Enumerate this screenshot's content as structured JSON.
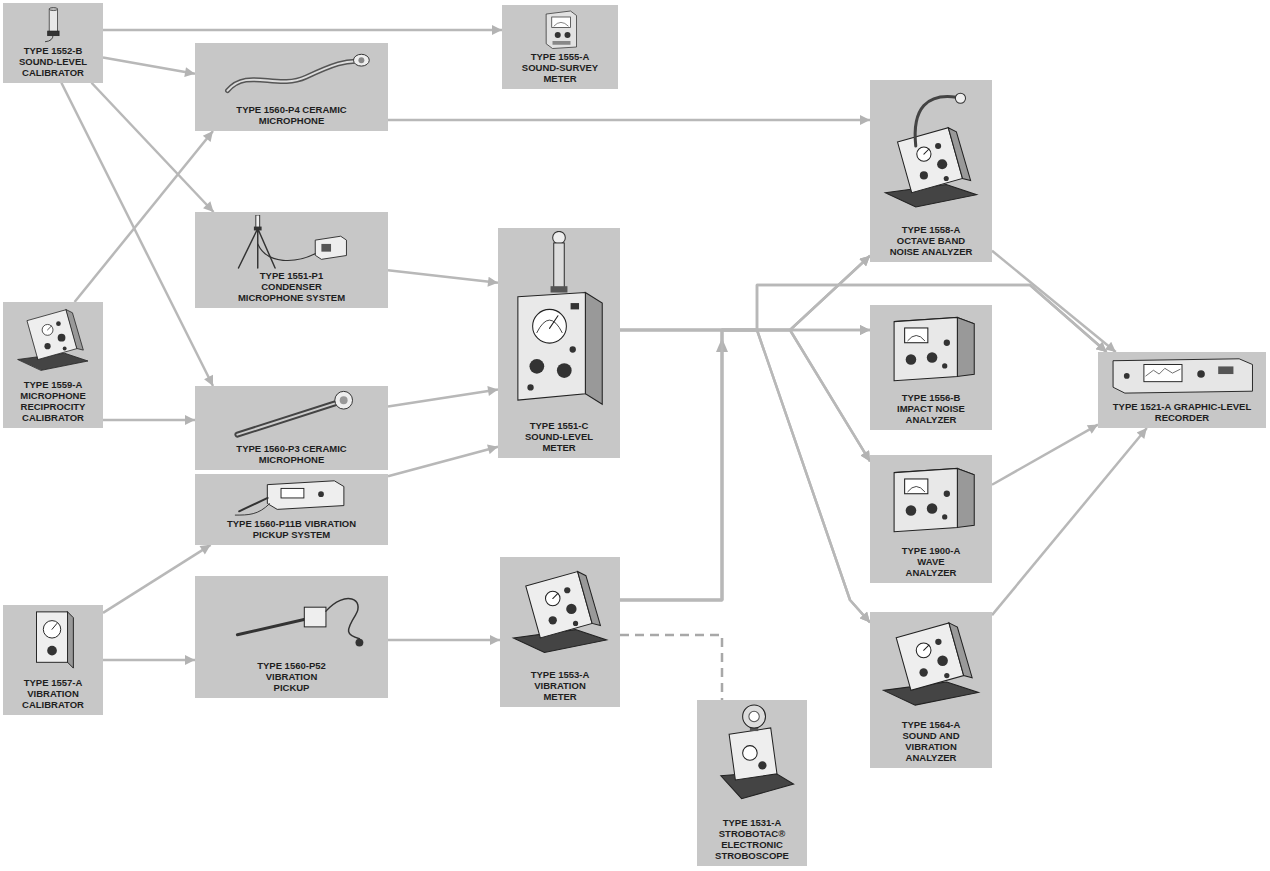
{
  "diagram": {
    "nodes": [
      {
        "text": [
          "TYPE 1552-B SOUND-LEVEL CALIBRATOR"
        ]
      },
      {
        "text": [
          "TYPE 1555-A SOUND-SURVEY METER"
        ]
      },
      {
        "text": [
          "TYPE 1560-P4 CERAMIC MICROPHONE"
        ]
      },
      {
        "text": [
          "TYPE 1551-P1 CONDENSER MICROPHONE SYSTEM"
        ]
      },
      {
        "text": [
          "TYPE 1559-A MICROPHONE RECIPROCITY CALIBRATOR"
        ]
      },
      {
        "text": [
          "TYPE 1560-P3 CERAMIC MICROPHONE"
        ]
      },
      {
        "text": [
          "TYPE 1551-C SOUND-LEVEL METER"
        ]
      },
      {
        "text": [
          "TYPE 1558-A OCTAVE BAND NOISE ANALYZER"
        ]
      },
      {
        "text": [
          "TYPE 1556-B IMPACT NOISE ANALYZER"
        ]
      },
      {
        "text": [
          "TYPE 1521-A GRAPHIC-LEVEL RECORDER"
        ]
      },
      {
        "text": [
          "TYPE 1560-P11B VIBRATION PICKUP SYSTEM"
        ]
      },
      {
        "text": [
          "TYPE 1900-A WAVE ANALYZER"
        ]
      },
      {
        "text": [
          "TYPE 1557-A VIBRATION CALIBRATOR"
        ]
      },
      {
        "text": [
          "TYPE 1560-P52 VIBRATION PICKUP"
        ]
      },
      {
        "text": [
          "TYPE 1553-A VIBRATION METER"
        ]
      },
      {
        "text": [
          "TYPE 1564-A SOUND AND VIBRATION ANALYZER"
        ]
      },
      {
        "text": [
          "TYPE 1531-A STROBOTAC® ELECTRONIC STROBOSCOPE"
        ]
      }
    ],
    "edges": [
      {
        "from": 0,
        "to": 1,
        "arrow": "to"
      },
      {
        "from": 0,
        "to": 2,
        "arrow": "to"
      },
      {
        "from": 0,
        "to": 3,
        "arrow": "to"
      },
      {
        "from": 0,
        "to": 5,
        "arrow": "to"
      },
      {
        "from": 4,
        "to": 2,
        "arrow": "to"
      },
      {
        "from": 4,
        "to": 5,
        "arrow": "to"
      },
      {
        "from": 2,
        "to": 7,
        "arrow": "to"
      },
      {
        "from": 3,
        "to": 6,
        "arrow": "to"
      },
      {
        "from": 5,
        "to": 6,
        "arrow": "to"
      },
      {
        "from": 10,
        "to": 6,
        "arrow": "to"
      },
      {
        "from": 12,
        "to": 10,
        "arrow": "to"
      },
      {
        "from": 12,
        "to": 13,
        "arrow": "to"
      },
      {
        "from": 13,
        "to": 14,
        "arrow": "to"
      },
      {
        "from": 6,
        "to": 7,
        "arrow": "to"
      },
      {
        "from": 6,
        "to": 8,
        "arrow": "to"
      },
      {
        "from": 6,
        "to": 11,
        "arrow": "to"
      },
      {
        "from": 6,
        "to": 15,
        "arrow": "to"
      },
      {
        "from": 6,
        "to": 9,
        "arrow": "to"
      },
      {
        "from": 14,
        "to": 7,
        "arrow": "to"
      },
      {
        "from": 14,
        "to": 8,
        "arrow": "to"
      },
      {
        "from": 14,
        "to": 11,
        "arrow": "to"
      },
      {
        "from": 14,
        "to": 15,
        "arrow": "to"
      },
      {
        "from": 14,
        "to": 9,
        "arrow": "to"
      },
      {
        "from": 7,
        "to": 9,
        "arrow": "to"
      },
      {
        "from": 11,
        "to": 9,
        "arrow": "to"
      },
      {
        "from": 15,
        "to": 9,
        "arrow": "to"
      },
      {
        "from": 14,
        "to": 16,
        "arrow": "none"
      }
    ]
  }
}
